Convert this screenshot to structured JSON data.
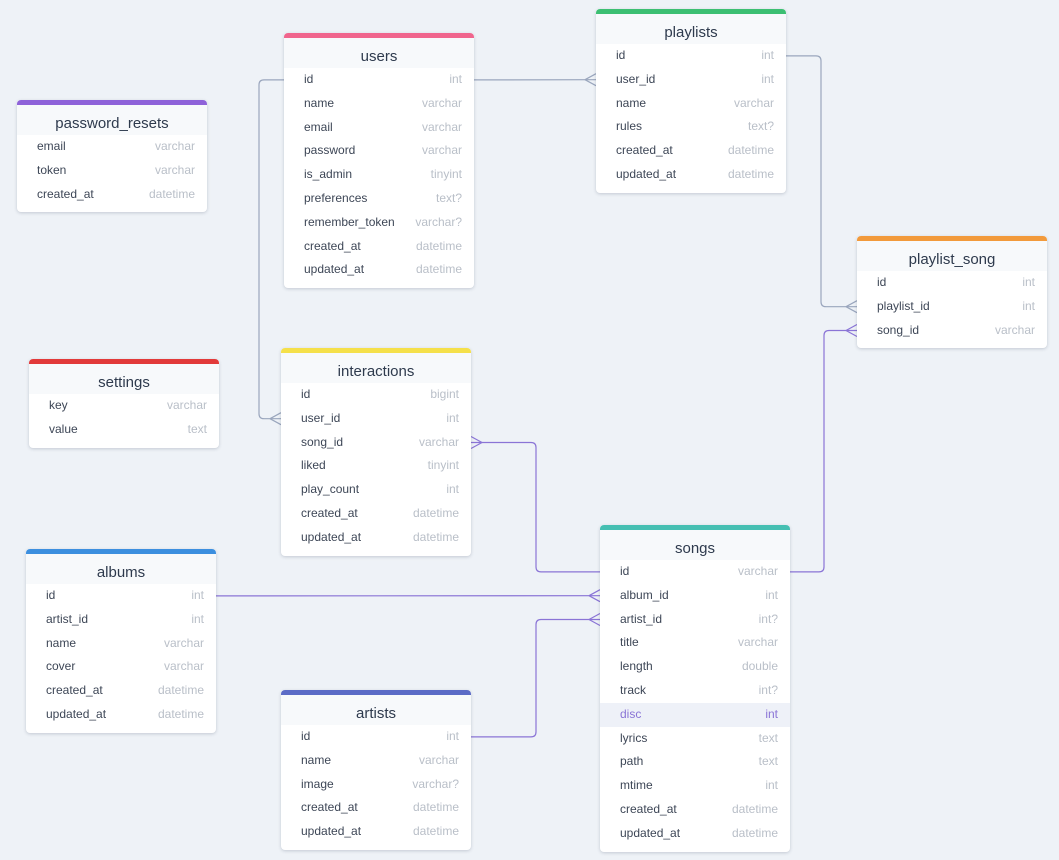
{
  "tables": [
    {
      "key": "password_resets",
      "name": "password_resets",
      "color": "#8e62d9",
      "fields": [
        {
          "name": "email",
          "type": "varchar"
        },
        {
          "name": "token",
          "type": "varchar"
        },
        {
          "name": "created_at",
          "type": "datetime"
        }
      ]
    },
    {
      "key": "users",
      "name": "users",
      "color": "#f0658d",
      "fields": [
        {
          "name": "id",
          "type": "int"
        },
        {
          "name": "name",
          "type": "varchar"
        },
        {
          "name": "email",
          "type": "varchar"
        },
        {
          "name": "password",
          "type": "varchar"
        },
        {
          "name": "is_admin",
          "type": "tinyint"
        },
        {
          "name": "preferences",
          "type": "text?"
        },
        {
          "name": "remember_token",
          "type": "varchar?"
        },
        {
          "name": "created_at",
          "type": "datetime"
        },
        {
          "name": "updated_at",
          "type": "datetime"
        }
      ]
    },
    {
      "key": "playlists",
      "name": "playlists",
      "color": "#3cbf72",
      "fields": [
        {
          "name": "id",
          "type": "int"
        },
        {
          "name": "user_id",
          "type": "int"
        },
        {
          "name": "name",
          "type": "varchar"
        },
        {
          "name": "rules",
          "type": "text?"
        },
        {
          "name": "created_at",
          "type": "datetime"
        },
        {
          "name": "updated_at",
          "type": "datetime"
        }
      ]
    },
    {
      "key": "playlist_song",
      "name": "playlist_song",
      "color": "#f29a3b",
      "fields": [
        {
          "name": "id",
          "type": "int"
        },
        {
          "name": "playlist_id",
          "type": "int"
        },
        {
          "name": "song_id",
          "type": "varchar"
        }
      ]
    },
    {
      "key": "settings",
      "name": "settings",
      "color": "#e23a3a",
      "fields": [
        {
          "name": "key",
          "type": "varchar"
        },
        {
          "name": "value",
          "type": "text"
        }
      ]
    },
    {
      "key": "interactions",
      "name": "interactions",
      "color": "#f5e04a",
      "fields": [
        {
          "name": "id",
          "type": "bigint"
        },
        {
          "name": "user_id",
          "type": "int"
        },
        {
          "name": "song_id",
          "type": "varchar"
        },
        {
          "name": "liked",
          "type": "tinyint"
        },
        {
          "name": "play_count",
          "type": "int"
        },
        {
          "name": "created_at",
          "type": "datetime"
        },
        {
          "name": "updated_at",
          "type": "datetime"
        }
      ]
    },
    {
      "key": "albums",
      "name": "albums",
      "color": "#3c8fdf",
      "fields": [
        {
          "name": "id",
          "type": "int"
        },
        {
          "name": "artist_id",
          "type": "int"
        },
        {
          "name": "name",
          "type": "varchar"
        },
        {
          "name": "cover",
          "type": "varchar"
        },
        {
          "name": "created_at",
          "type": "datetime"
        },
        {
          "name": "updated_at",
          "type": "datetime"
        }
      ]
    },
    {
      "key": "artists",
      "name": "artists",
      "color": "#5b6bc6",
      "fields": [
        {
          "name": "id",
          "type": "int"
        },
        {
          "name": "name",
          "type": "varchar"
        },
        {
          "name": "image",
          "type": "varchar?"
        },
        {
          "name": "created_at",
          "type": "datetime"
        },
        {
          "name": "updated_at",
          "type": "datetime"
        }
      ]
    },
    {
      "key": "songs",
      "name": "songs",
      "color": "#45bfb2",
      "fields": [
        {
          "name": "id",
          "type": "varchar"
        },
        {
          "name": "album_id",
          "type": "int"
        },
        {
          "name": "artist_id",
          "type": "int?"
        },
        {
          "name": "title",
          "type": "varchar"
        },
        {
          "name": "length",
          "type": "double"
        },
        {
          "name": "track",
          "type": "int?"
        },
        {
          "name": "disc",
          "type": "int",
          "highlighted": true
        },
        {
          "name": "lyrics",
          "type": "text"
        },
        {
          "name": "path",
          "type": "text"
        },
        {
          "name": "mtime",
          "type": "int"
        },
        {
          "name": "created_at",
          "type": "datetime"
        },
        {
          "name": "updated_at",
          "type": "datetime"
        }
      ]
    }
  ],
  "relations": [
    {
      "from": "users.id",
      "to": "playlists.user_id",
      "color": "#9aa6bd"
    },
    {
      "from": "users.id",
      "to": "interactions.user_id",
      "color": "#9aa6bd"
    },
    {
      "from": "playlists.id",
      "to": "playlist_song.playlist_id",
      "color": "#9aa6bd"
    },
    {
      "from": "songs.id",
      "to": "interactions.song_id",
      "color": "#8a74d6"
    },
    {
      "from": "songs.id",
      "to": "playlist_song.song_id",
      "color": "#8a74d6"
    },
    {
      "from": "albums.id",
      "to": "songs.album_id",
      "color": "#8a74d6"
    },
    {
      "from": "artists.id",
      "to": "songs.artist_id",
      "color": "#8a74d6"
    }
  ]
}
